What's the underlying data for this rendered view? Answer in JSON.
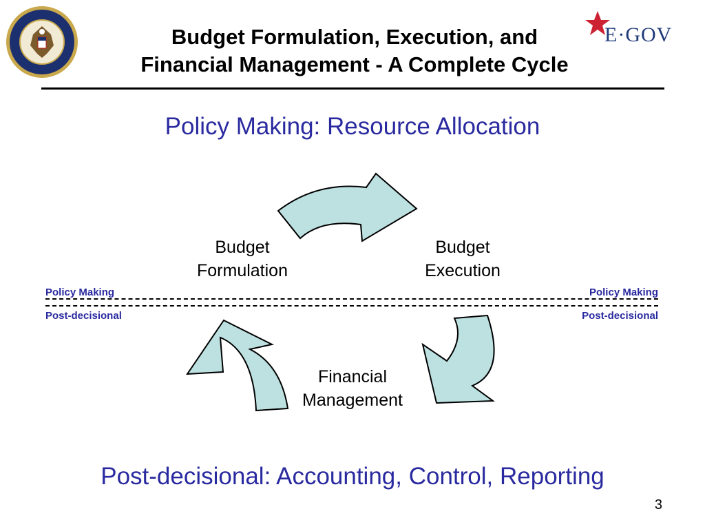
{
  "header": {
    "title_line1": "Budget Formulation, Execution, and",
    "title_line2": "Financial Management - A Complete Cycle",
    "logo_text": "E·GOV"
  },
  "subtitle": "Policy Making: Resource Allocation",
  "diagram": {
    "nodes": {
      "budget_formulation": [
        "Budget",
        "Formulation"
      ],
      "budget_execution": [
        "Budget",
        "Execution"
      ],
      "financial_management": [
        "Financial",
        "Management"
      ]
    },
    "left_labels": {
      "top": "Policy Making",
      "bottom": "Post-decisional"
    },
    "right_labels": {
      "top": "Policy Making",
      "bottom": "Post-decisional"
    }
  },
  "footer": "Post-decisional: Accounting, Control, Reporting",
  "page_number": "3",
  "colors": {
    "accent_blue": "#2a2aa0",
    "arrow_fill": "#bde0e0",
    "logo_star": "#cc2233",
    "logo_text": "#1f3a7a"
  }
}
